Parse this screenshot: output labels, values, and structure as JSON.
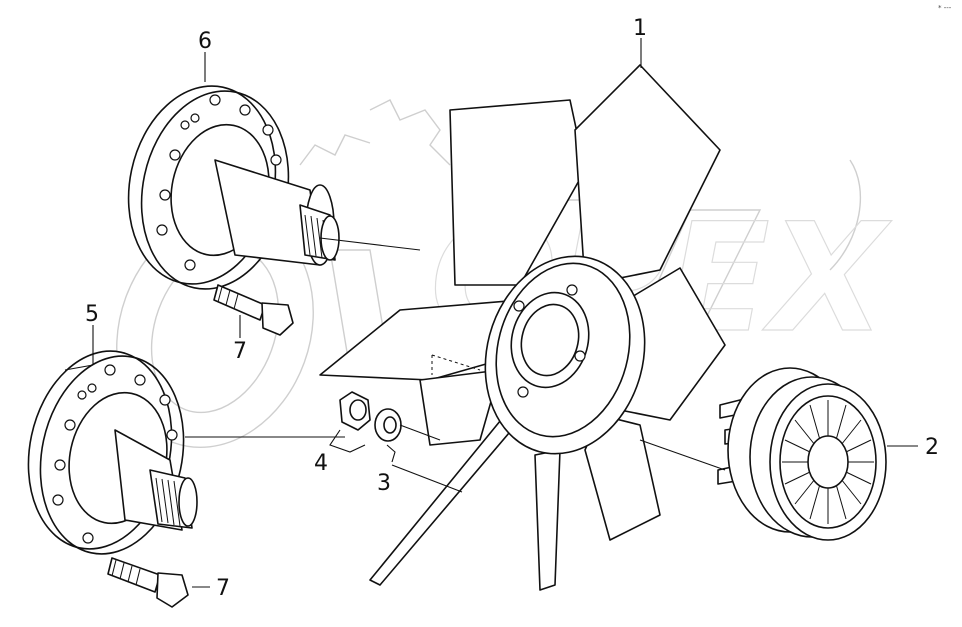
{
  "watermark": "OPEX",
  "corner_mark": "* ---",
  "callouts": {
    "c1": "1",
    "c2": "2",
    "c3": "3",
    "c4": "4",
    "c5": "5",
    "c6": "6",
    "c7a": "7",
    "c7b": "7"
  }
}
